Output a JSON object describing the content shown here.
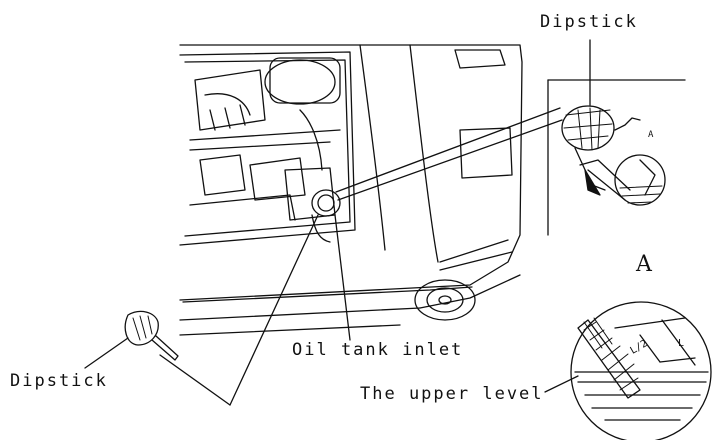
{
  "labels": {
    "dipstick_top": "Dipstick",
    "dipstick_left": "Dipstick",
    "oil_tank_inlet": "Oil tank inlet",
    "upper_level": "The upper level",
    "detail_marker": "A",
    "detail_marker_small": "A",
    "half_length": "L/2",
    "length": "L"
  },
  "colors": {
    "ink": "#111111",
    "background": "#ffffff"
  }
}
